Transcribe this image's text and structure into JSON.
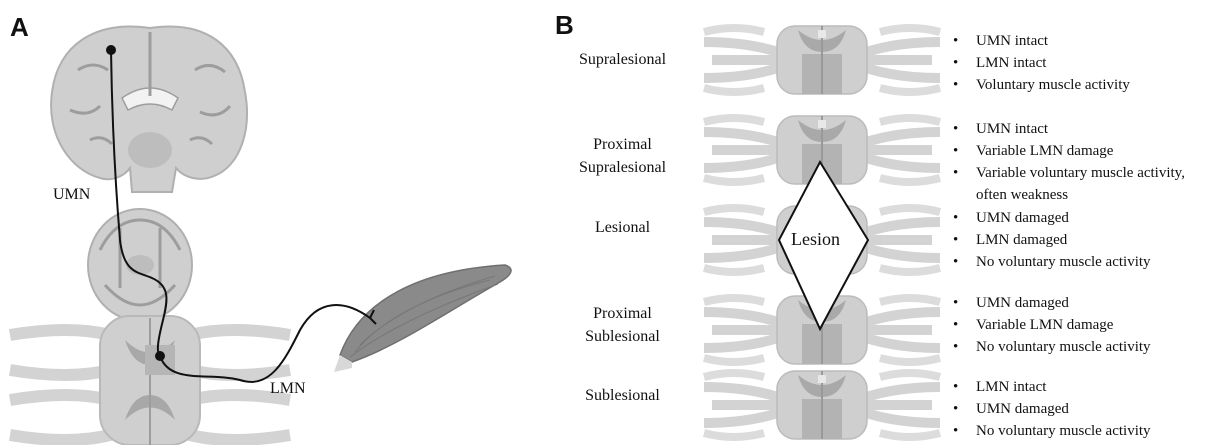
{
  "panelA": {
    "letter": "A",
    "umn_label": "UMN",
    "lmn_label": "LMN"
  },
  "panelB": {
    "letter": "B",
    "lesion_label": "Lesion",
    "levels": [
      {
        "name": "Supralesional",
        "bullets": [
          "UMN intact",
          "LMN intact",
          "Voluntary muscle activity"
        ]
      },
      {
        "name": "Proximal\nSupralesional",
        "bullets": [
          "UMN intact",
          "Variable LMN damage",
          "Variable voluntary muscle activity,\noften weakness"
        ]
      },
      {
        "name": "Lesional",
        "bullets": [
          "UMN damaged",
          "LMN damaged",
          "No voluntary muscle activity"
        ]
      },
      {
        "name": "Proximal\nSublesional",
        "bullets": [
          "UMN damaged",
          "Variable LMN damage",
          "No voluntary muscle activity"
        ]
      },
      {
        "name": "Sublesional",
        "bullets": [
          "LMN intact",
          "UMN damaged",
          "No voluntary muscle activity"
        ]
      }
    ]
  },
  "colors": {
    "tissue_light": "#d3d3d3",
    "tissue_mid": "#bdbdbd",
    "tissue_dark": "#a6a6a6",
    "muscle": "#8a8a8a"
  }
}
